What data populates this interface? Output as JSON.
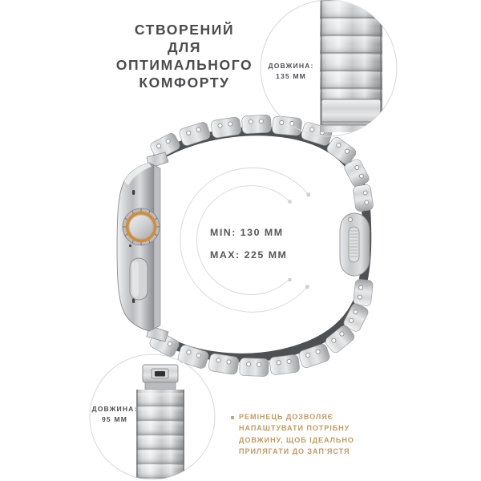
{
  "page": {
    "background": "#ffffff",
    "language": "uk"
  },
  "headline": {
    "text": "СТВОРЕНИЙ\nДЛЯ\nОПТИМАЛЬНОГО\nКОМФОРТУ",
    "color": "#4a4a4f"
  },
  "sizing": {
    "min_label": "MIN: 130 MM",
    "max_label": "MAX: 225 MM",
    "color": "#55555b",
    "arc_color": "#d8d8dc"
  },
  "callouts": {
    "top_right": {
      "label": "ДОВЖИНА:\n135 ММ",
      "length_mm": 135,
      "circle_color": "#d9d9dd"
    },
    "bottom_left": {
      "label": "ДОВЖИНА:\n95 ММ",
      "length_mm": 95,
      "circle_color": "#d9d9dd"
    }
  },
  "bullet": {
    "marker": "square-bullet",
    "text": "РЕМІНЕЦЬ ДОЗВОЛЯЄ\nНАПАШТУВАТИ ПОТРІБНУ\nДОВЖИНУ, ЩОБ ІДЕАЛЬНО\nПРИЛЯГАТИ ДО ЗАП'ЯСТЯ",
    "color": "#c29a62"
  },
  "product": {
    "name": "smartwatch-with-link-bracelet",
    "case_color": "#c9cacc",
    "crown_accent_color": "#d98a2b",
    "band_color": "#c3c5c7",
    "band_dark_color": "#4e5053"
  }
}
